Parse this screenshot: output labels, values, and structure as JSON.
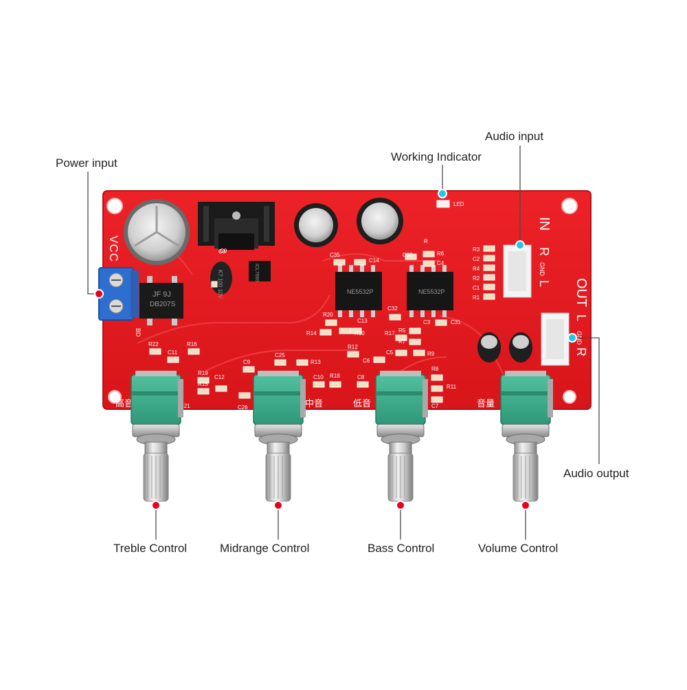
{
  "callouts": {
    "power_input": "Power input",
    "working_indicator": "Working Indicator",
    "audio_input": "Audio input",
    "audio_output": "Audio output",
    "treble_control": "Treble Control",
    "midrange_control": "Midrange Control",
    "bass_control": "Bass Control",
    "volume_control": "Volume Control"
  },
  "board_labels": {
    "vcc": "VCC",
    "in": "IN",
    "out": "OUT",
    "in_r": "R",
    "in_l": "L",
    "in_gnd": "GND",
    "out_r": "R",
    "out_l": "L",
    "out_gnd": "GND",
    "led": "LED",
    "led_r": "R",
    "bd": "BD",
    "treble_cn": "高音",
    "mid_cn": "中音",
    "bass_cn": "低音",
    "volume_cn": "音量",
    "components": [
      "C35",
      "C14",
      "C33",
      "R6",
      "C4",
      "R3",
      "C2",
      "R4",
      "R2",
      "C1",
      "R1",
      "C32",
      "R20",
      "C13",
      "R14",
      "R10",
      "R17",
      "R5",
      "R7",
      "C5",
      "R9",
      "C3",
      "C31",
      "R12",
      "C6",
      "R8",
      "R11",
      "C7",
      "R22",
      "R16",
      "C11",
      "R19",
      "R15",
      "C12",
      "C9",
      "C25",
      "R13",
      "C10",
      "R18",
      "C8",
      "C26",
      "C0",
      "R21"
    ]
  },
  "chips": {
    "left_opamp": "NE5532P",
    "right_opamp": "NE5532P",
    "regulator": "DB207S",
    "jf": "JF 9J",
    "sop": "ICL7660",
    "cap_small": "K7 100 10V"
  },
  "colors": {
    "board": "#e3191e",
    "board_edge": "#c01015",
    "knob_green": "#3fae8c",
    "callout_blue": "#1ec8e6",
    "callout_red": "#e8001c",
    "leader_line": "#4a4a4a"
  },
  "icons": {
    "callout_marker_blue": "blue-dot-marker",
    "callout_marker_red": "red-dot-marker"
  }
}
